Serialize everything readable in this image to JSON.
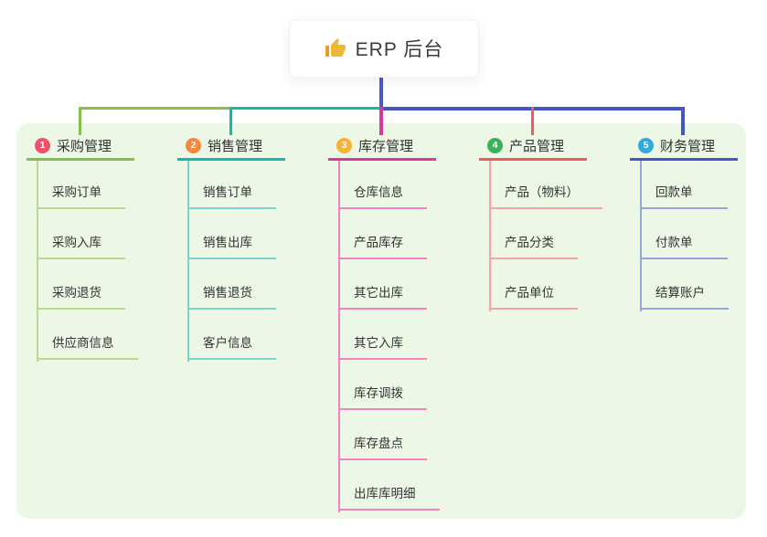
{
  "root": {
    "label": "ERP 后台",
    "icon": "thumbs-up-icon"
  },
  "colors": {
    "canvas_bg": "#ffffff",
    "panel_bg": "#ecf7e6",
    "stem": "#5058c8",
    "text": "#333333",
    "thumb_icon": "#f2b636"
  },
  "branches": [
    {
      "badge": "1",
      "badge_color": "#f0506a",
      "label": "采购管理",
      "color": "#84c14c",
      "light_color": "#b5da92",
      "children": [
        "采购订单",
        "采购入库",
        "采购退货",
        "供应商信息"
      ]
    },
    {
      "badge": "2",
      "badge_color": "#f7883b",
      "label": "销售管理",
      "color": "#10b9ac",
      "light_color": "#76d6cc",
      "children": [
        "销售订单",
        "销售出库",
        "销售退货",
        "客户信息"
      ]
    },
    {
      "badge": "3",
      "badge_color": "#f6b234",
      "label": "库存管理",
      "color": "#d83a9c",
      "light_color": "#f083c0",
      "children": [
        "仓库信息",
        "产品库存",
        "其它出库",
        "其它入库",
        "库存调拨",
        "库存盘点",
        "出库库明细"
      ]
    },
    {
      "badge": "4",
      "badge_color": "#3ab358",
      "label": "产品管理",
      "color": "#f15b5b",
      "light_color": "#f7a3a3",
      "children": [
        "产品（物料）",
        "产品分类",
        "产品单位"
      ]
    },
    {
      "badge": "5",
      "badge_color": "#32a9dd",
      "label": "财务管理",
      "color": "#4456c6",
      "light_color": "#93a6de",
      "children": [
        "回款单",
        "付款单",
        "结算账户"
      ]
    }
  ]
}
